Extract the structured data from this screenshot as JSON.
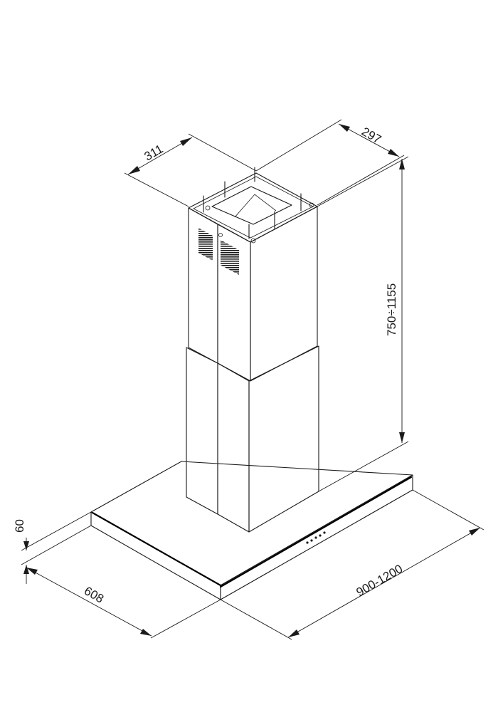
{
  "dimensions": {
    "chimney_width": "311",
    "chimney_depth": "297",
    "height_range": "750÷1155",
    "canopy_thickness": "60",
    "canopy_depth": "608",
    "canopy_width_range": "900-1200"
  },
  "colors": {
    "line": "#1a1a1a",
    "background": "#ffffff"
  }
}
